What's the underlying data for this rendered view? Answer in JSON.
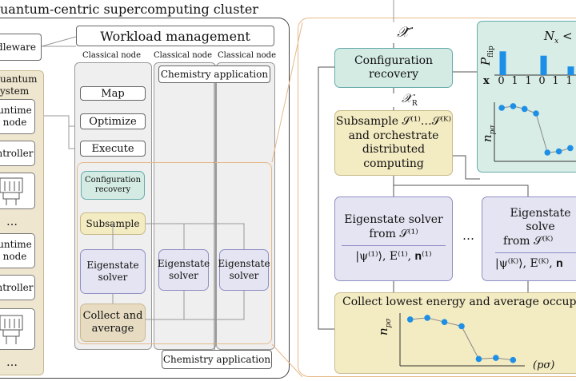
{
  "left": {
    "cluster_title": "uantum-centric supercomputing cluster",
    "middleware_label": "dleware",
    "quantum_system_label": [
      "uantum",
      "ystem"
    ],
    "runtime_node_label": [
      "untime",
      "node"
    ],
    "controller_label": "ntroller",
    "ellipsis": "…",
    "runtime_node2_label": [
      "untime",
      "node"
    ],
    "controller2_label": "ntroller",
    "ellipsis2": "…"
  },
  "workload": {
    "title": "Workload management",
    "classical_node_1": "Classical node",
    "classical_node_2": "Classical node",
    "classical_node_3": "Classical node",
    "chem_app_top": "Chemistry application",
    "chem_app_bottom": "Chemistry application",
    "map": "Map",
    "optimize": "Optimize",
    "execute": "Execute",
    "config_recovery": [
      "Configuration",
      "recovery"
    ],
    "subsample": "Subsample",
    "eigen_1": [
      "Eigenstate",
      "solver"
    ],
    "eigen_2": [
      "Eigenstate",
      "solver"
    ],
    "eigen_3": [
      "Eigenstate",
      "solver"
    ],
    "collect": [
      "Collect and",
      "average"
    ]
  },
  "right": {
    "chi_tilde": "𝒳̃",
    "config_recovery": [
      "Configuration",
      "recovery"
    ],
    "chi_R": "𝒳",
    "chi_R_sub": "R",
    "subsample_lines": [
      "Subsample 𝒮⁽¹⁾…𝒮⁽ᴷ⁾",
      "and orchestrate",
      "distributed computing"
    ],
    "eig1_title": [
      "Eigenstate solver",
      "from 𝒮⁽¹⁾"
    ],
    "eig1_out": "|ψ⁽¹⁾⟩, E⁽¹⁾, 𝐧⁽¹⁾",
    "dots": "…",
    "eig2_title": [
      "Eigenstate solve",
      "from 𝒮⁽ᴷ⁾"
    ],
    "eig2_out": "|ψ⁽ᴷ⁾⟩, E⁽ᴷ⁾, 𝐧",
    "collect_title": "Collect lowest energy and average occupan",
    "inset_Nx": "N",
    "inset_Nx_sub": "x",
    "inset_Nx_rest": " <",
    "inset_pflip": "P",
    "inset_pflip_sub": "flip",
    "inset_x_label": "x",
    "inset_bits": [
      "0",
      "1",
      "1",
      "0",
      "1",
      "1"
    ],
    "inset_n_label": "n",
    "inset_n_sub": "pσ",
    "bottom_n_label": "n",
    "bottom_n_sub": "pσ",
    "bottom_x_label": "(pσ)"
  },
  "colors": {
    "green": "#d4ebe4",
    "yellow": "#f3ebc2",
    "purple": "#e4e4f2",
    "tan": "#e7dcc2",
    "inset_bg": "#d8ede6",
    "bar_blue": "#1d8fe6",
    "point_blue": "#1d8fe6"
  },
  "chart_data": [
    {
      "type": "bar",
      "categories": [
        "0",
        "1",
        "1",
        "0",
        "1",
        "1"
      ],
      "values": [
        0.55,
        0,
        0,
        0.45,
        0,
        0.2
      ],
      "ylabel": "P_flip"
    },
    {
      "type": "line",
      "x": [
        1,
        2,
        3,
        4,
        5,
        6,
        7
      ],
      "y": [
        0.9,
        0.93,
        0.88,
        0.8,
        0.1,
        0.12,
        0.18
      ],
      "ylabel": "n_pσ"
    },
    {
      "type": "line",
      "x": [
        1,
        2,
        3,
        4,
        5,
        6,
        7
      ],
      "y": [
        0.85,
        0.88,
        0.8,
        0.72,
        0.1,
        0.12,
        0.08
      ],
      "ylabel": "n_pσ",
      "xlabel": "(pσ)"
    }
  ]
}
